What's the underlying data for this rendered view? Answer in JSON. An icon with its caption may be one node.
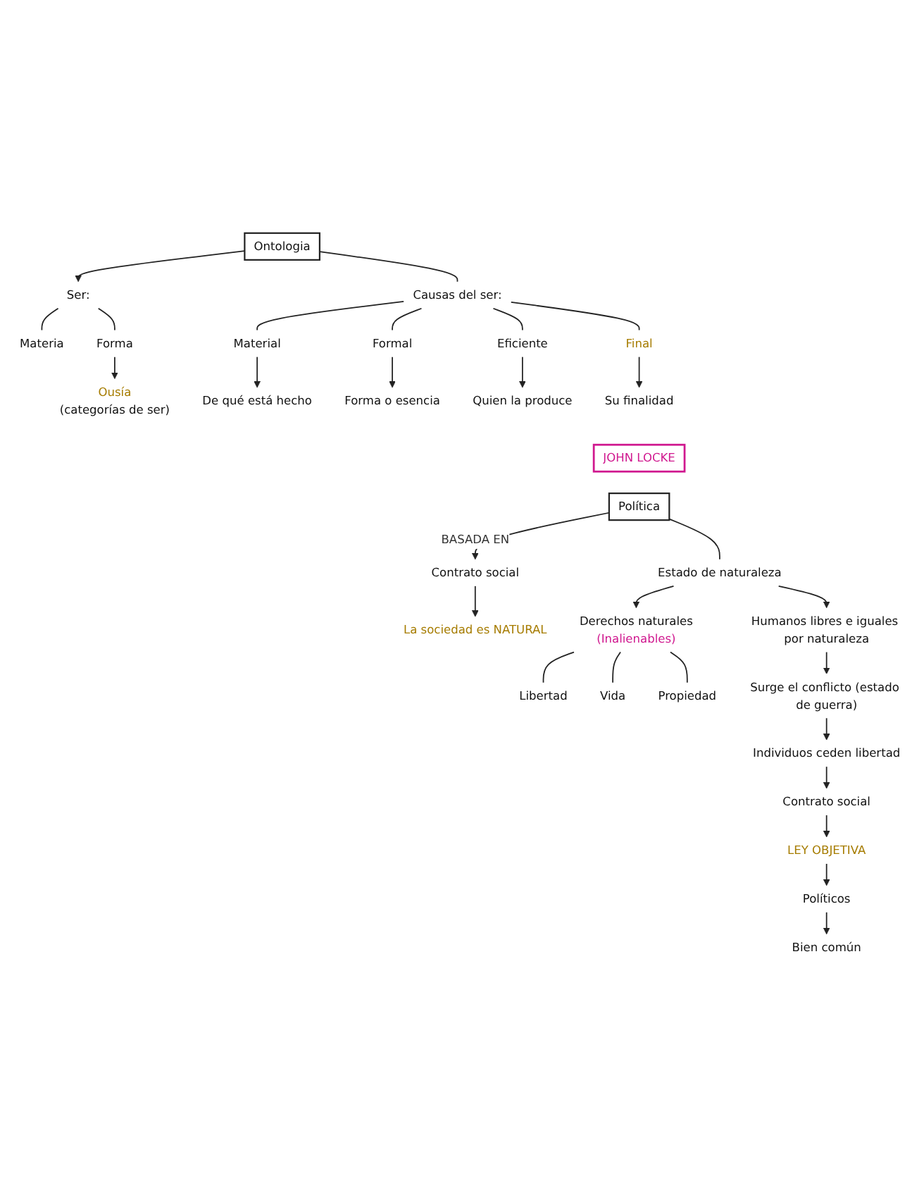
{
  "diagram": {
    "nodes": [
      {
        "text": [
          "Ontologia"
        ]
      },
      {
        "text": [
          "Ser:"
        ]
      },
      {
        "text": [
          "Materia"
        ]
      },
      {
        "text": [
          "Forma"
        ]
      },
      {
        "text": [
          "Ousía"
        ],
        "beside": [
          "(categorías de ser)"
        ]
      },
      {
        "text": [
          "Causas del ser:"
        ]
      },
      {
        "text": [
          "Material"
        ]
      },
      {
        "text": [
          "De qué está hecho"
        ]
      },
      {
        "text": [
          "Formal"
        ]
      },
      {
        "text": [
          "Forma o esencia"
        ]
      },
      {
        "text": [
          "Eficiente"
        ]
      },
      {
        "text": [
          "Quien la produce"
        ]
      },
      {
        "text": [
          "Final"
        ]
      },
      {
        "text": [
          "Su finalidad"
        ]
      },
      {
        "text": [
          "JOHN LOCKE"
        ]
      },
      {
        "text": [
          "Política"
        ]
      },
      {
        "text": [
          "Contrato social"
        ]
      },
      {
        "text": [
          "La sociedad es NATURAL"
        ]
      },
      {
        "text": [
          "Estado de naturaleza"
        ]
      },
      {
        "text": [
          "Derechos naturales"
        ],
        "beside": [
          "(Inalienables)"
        ]
      },
      {
        "text": [
          "Libertad"
        ]
      },
      {
        "text": [
          "Vida"
        ]
      },
      {
        "text": [
          "Propiedad"
        ]
      },
      {
        "text": [
          "Humanos libres e iguales por naturaleza"
        ]
      },
      {
        "text": [
          "Surge el conflicto (estado de guerra)"
        ]
      },
      {
        "text": [
          "Individuos ceden libertad"
        ]
      },
      {
        "text": [
          "Contrato social"
        ]
      },
      {
        "text": [
          "LEY OBJETIVA"
        ]
      },
      {
        "text": [
          "Políticos"
        ]
      },
      {
        "text": [
          "Bien común"
        ]
      }
    ],
    "edges": [
      {
        "from": 0,
        "to": 1,
        "arrow": "to"
      },
      {
        "from": 1,
        "to": 2,
        "arrow": "none"
      },
      {
        "from": 1,
        "to": 3,
        "arrow": "none"
      },
      {
        "from": 3,
        "to": 4,
        "arrow": "to"
      },
      {
        "from": 0,
        "to": 5,
        "arrow": "none"
      },
      {
        "from": 5,
        "to": 6,
        "arrow": "none"
      },
      {
        "from": 6,
        "to": 7,
        "arrow": "to"
      },
      {
        "from": 5,
        "to": 8,
        "arrow": "none"
      },
      {
        "from": 8,
        "to": 9,
        "arrow": "to"
      },
      {
        "from": 5,
        "to": 10,
        "arrow": "none"
      },
      {
        "from": 10,
        "to": 11,
        "arrow": "to"
      },
      {
        "from": 5,
        "to": 12,
        "arrow": "none"
      },
      {
        "from": 12,
        "to": 13,
        "arrow": "to"
      },
      {
        "from": 15,
        "to": 16,
        "arrow": "to",
        "label": "BASADA EN"
      },
      {
        "from": 16,
        "to": 17,
        "arrow": "to"
      },
      {
        "from": 15,
        "to": 18,
        "arrow": "none"
      },
      {
        "from": 18,
        "to": 19,
        "arrow": "to"
      },
      {
        "from": 19,
        "to": 20,
        "arrow": "none"
      },
      {
        "from": 19,
        "to": 21,
        "arrow": "none"
      },
      {
        "from": 19,
        "to": 22,
        "arrow": "none"
      },
      {
        "from": 18,
        "to": 23,
        "arrow": "to"
      },
      {
        "from": 23,
        "to": 24,
        "arrow": "to"
      },
      {
        "from": 24,
        "to": 25,
        "arrow": "to"
      },
      {
        "from": 25,
        "to": 26,
        "arrow": "to"
      },
      {
        "from": 26,
        "to": 27,
        "arrow": "to"
      },
      {
        "from": 27,
        "to": 28,
        "arrow": "to"
      },
      {
        "from": 28,
        "to": 29,
        "arrow": "to"
      }
    ]
  }
}
